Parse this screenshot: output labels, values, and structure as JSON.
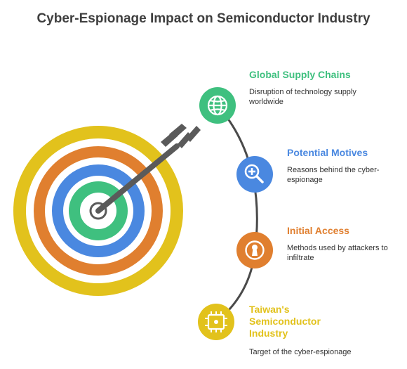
{
  "title": "Cyber-Espionage Impact on Semiconductor Industry",
  "colors": {
    "green": "#3fc07f",
    "blue": "#4a88e0",
    "orange": "#e07f2f",
    "yellow": "#e2c21c",
    "arrow": "#5a5a5a",
    "arc": "#4a4a4a",
    "title": "#3f3f3f"
  },
  "items": [
    {
      "label": "Global Supply Chains",
      "description": "Disruption of technology supply worldwide",
      "icon": "globe-icon"
    },
    {
      "label": "Potential Motives",
      "description": "Reasons behind the cyber-espionage",
      "icon": "magnifier-plus-icon"
    },
    {
      "label": "Initial Access",
      "description": "Methods used by attackers to infiltrate",
      "icon": "keyhole-icon"
    },
    {
      "label": "Taiwan's Semiconductor Industry",
      "description": "Target of the cyber-espionage",
      "icon": "chip-icon"
    }
  ]
}
